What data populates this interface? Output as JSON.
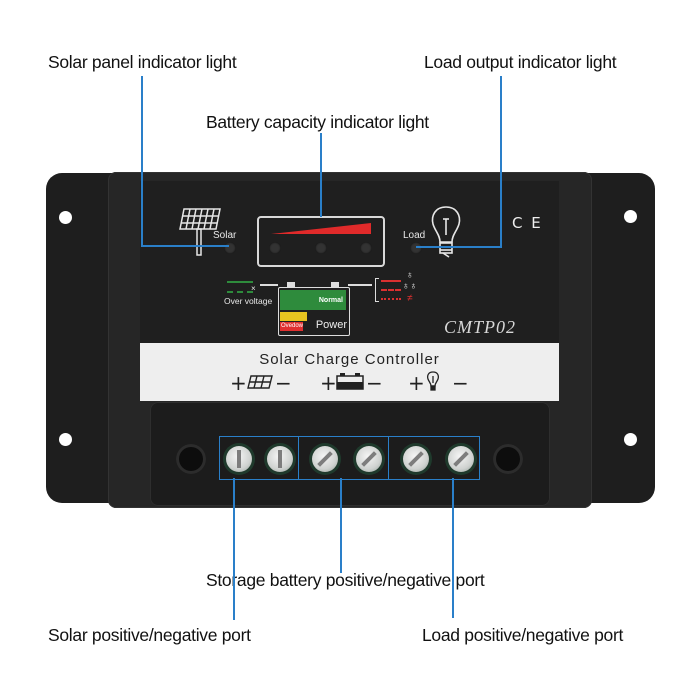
{
  "callouts": {
    "solar_panel_indicator": "Solar panel indicator light",
    "load_output_indicator": "Load output indicator light",
    "battery_capacity_indicator": "Battery capacity indicator light",
    "storage_battery_port": "Storage battery positive/negative port",
    "solar_port": "Solar positive/negative port",
    "load_port": "Load positive/negative port"
  },
  "device": {
    "model": "CMTP02",
    "certification": "C E",
    "face_labels": {
      "solar": "Solar",
      "load": "Load",
      "over_voltage": "Over voltage",
      "normal": "Normal",
      "overdow": "Ovedow",
      "power": "Power"
    },
    "strip": {
      "title": "Solar Charge Controller",
      "symbols": [
        {
          "plus": "+",
          "icon": "solar-panel-icon",
          "minus": "−"
        },
        {
          "plus": "+",
          "icon": "battery-icon",
          "minus": "−"
        },
        {
          "plus": "+",
          "icon": "bulb-icon",
          "minus": "−"
        }
      ]
    },
    "colors": {
      "leader_line": "#2a7fc9",
      "battery_normal": "#2e8b3c",
      "battery_yellow": "#e7c420",
      "battery_red": "#e03030",
      "capacity_wedge": "#e02a2a"
    }
  }
}
